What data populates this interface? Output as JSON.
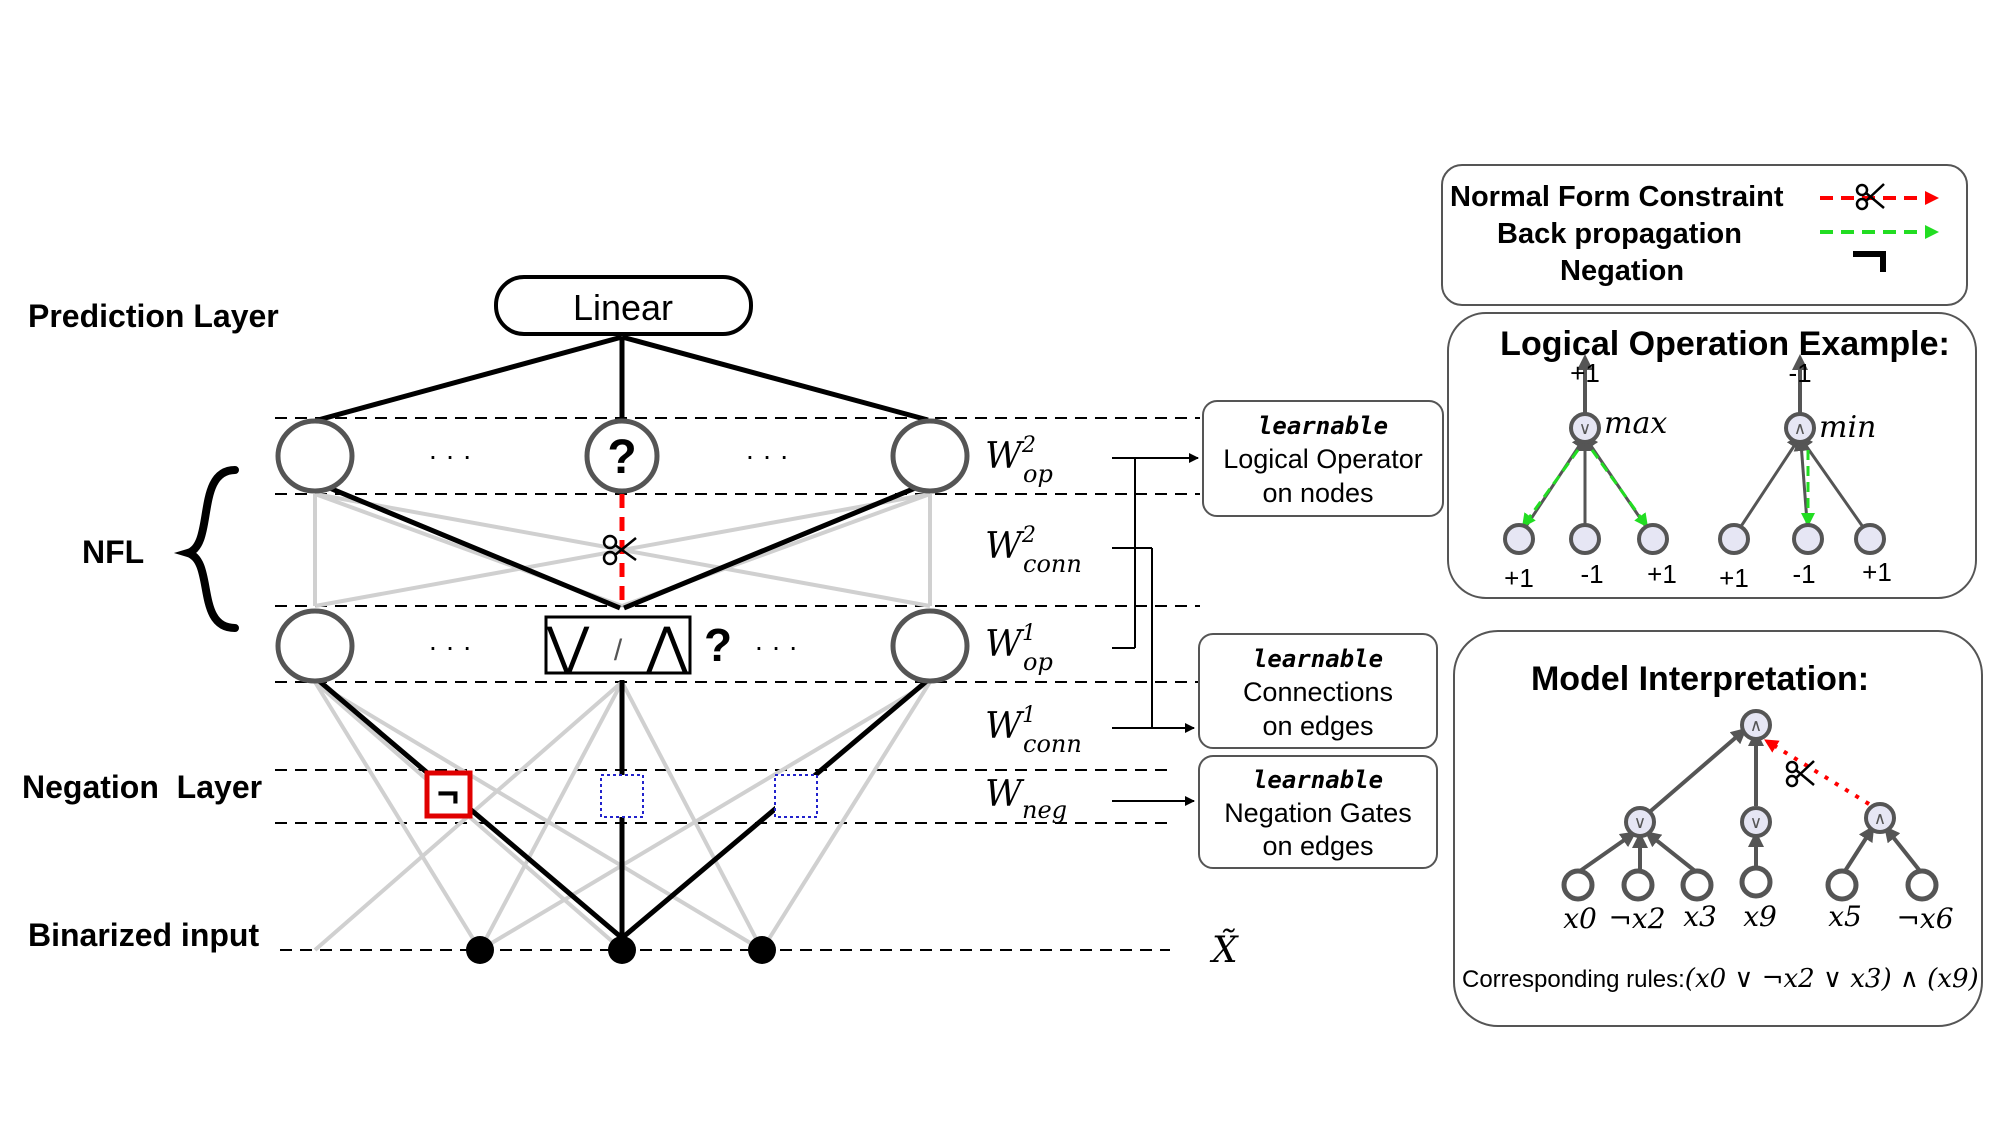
{
  "layers": {
    "prediction": "Prediction Layer",
    "nfl": "NFL",
    "negation": "Negation  Layer",
    "input": "Binarized input"
  },
  "linear_node": "Linear",
  "ellipsis": "· · ·",
  "question_mark": "?",
  "operator_choice": {
    "or": "⋁",
    "slash": "/",
    "and": "⋀",
    "question": "?"
  },
  "negation_symbol": "¬",
  "weights": {
    "op2": {
      "base": "W",
      "sup": "2",
      "sub": "op"
    },
    "conn2": {
      "base": "W",
      "sup": "2",
      "sub": "conn"
    },
    "op1": {
      "base": "W",
      "sup": "1",
      "sub": "op"
    },
    "conn1": {
      "base": "W",
      "sup": "1",
      "sub": "conn"
    },
    "neg": {
      "base": "W",
      "sub": "neg"
    },
    "input": "X̃"
  },
  "boxes": {
    "operator": {
      "tag": "learnable",
      "line1": "Logical Operator",
      "line2": "on nodes"
    },
    "connections": {
      "tag": "learnable",
      "line1": "Connections",
      "line2": "on edges"
    },
    "negation": {
      "tag": "learnable",
      "line1": "Negation Gates",
      "line2": "on edges"
    }
  },
  "legend": {
    "nfc": "Normal Form Constraint",
    "bp": "Back propagation",
    "neg": "Negation",
    "colors": {
      "nfc": "#ff0000",
      "bp": "#22dd22"
    }
  },
  "logic_example": {
    "title": "Logical Operation Example:",
    "left": {
      "top": "+1",
      "op": "∨",
      "func": "max",
      "leaves": [
        "+1",
        "-1",
        "+1"
      ]
    },
    "right": {
      "top": "-1",
      "op": "∧",
      "func": "min",
      "leaves": [
        "+1",
        "-1",
        "+1"
      ]
    }
  },
  "interpretation": {
    "title": "Model Interpretation:",
    "root_op": "∧",
    "mid_ops": [
      "∨",
      "∨",
      "∧"
    ],
    "leaves": [
      "x0",
      "¬x2",
      "x3",
      "x9",
      "x5",
      "¬x6"
    ],
    "rules_prefix": "Corresponding rules:",
    "rules": "(x0 ∨ ¬x2 ∨ x3) ∧ (x9)"
  }
}
